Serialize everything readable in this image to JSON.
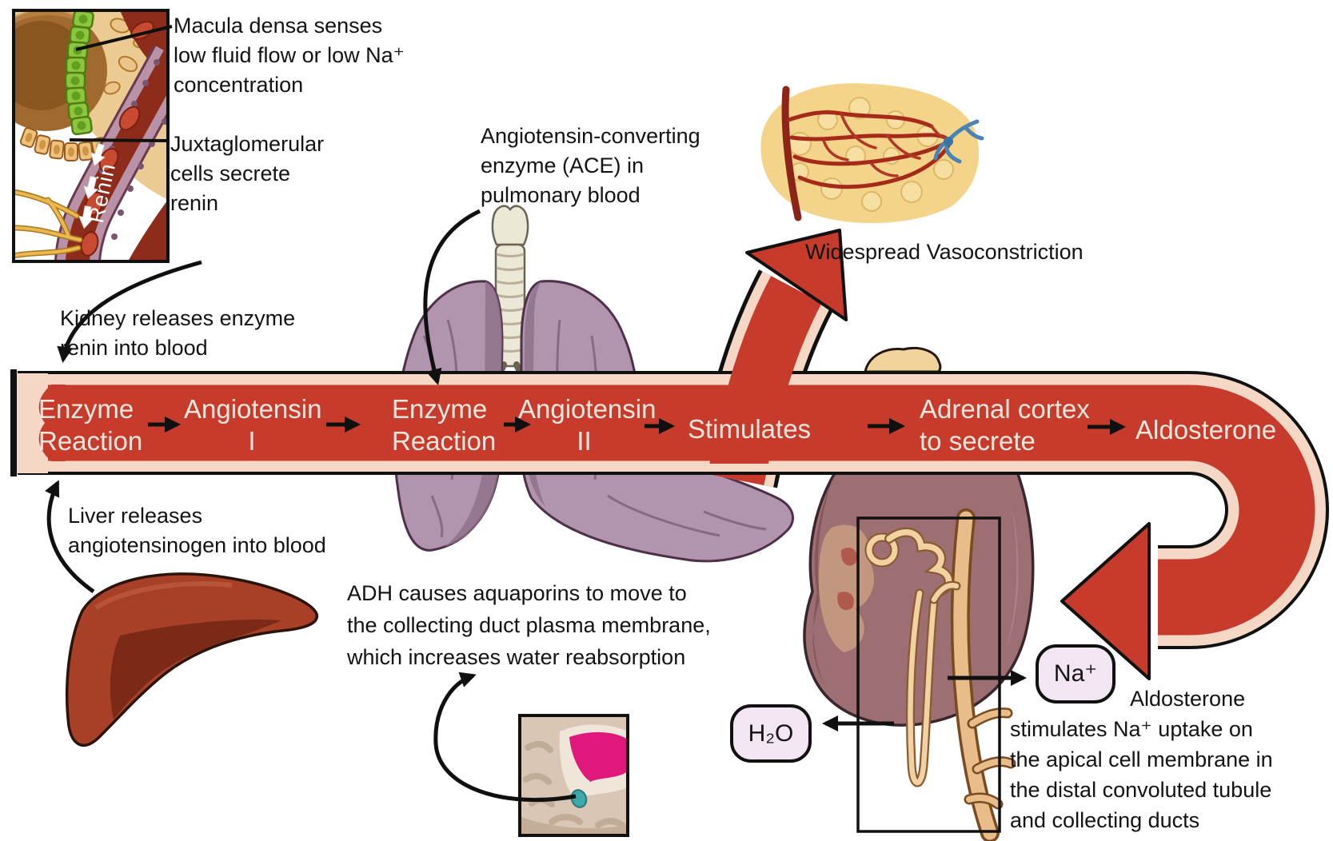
{
  "figure_type": "renin-angiotensin-aldosterone-pathway-diagram",
  "colors": {
    "vessel_red": "#c63b2b",
    "vessel_wall_pink": "#f5d7c6",
    "outline_black": "#111111",
    "pipe_text": "#f6e8df",
    "annotation_text": "#131313",
    "badge_fill": "#f2e6f2",
    "lung_purple": "#b294ae",
    "liver_red": "#a84028",
    "kidney_mauve": "#9d6e72",
    "adrenal_yellow": "#f0d49c",
    "green_cells": "#8cc63f",
    "nerve_yellow": "#ecb84d",
    "hypothalamus_pink": "#e0187c",
    "pituitary_teal": "#3fa8a8"
  },
  "flow_vessel": {
    "steps": [
      "Enzyme\nReaction",
      "Angiotensin\nI",
      "Enzyme\nReaction",
      "Angiotensin\nII",
      "Stimulates",
      "Adrenal cortex\nto secrete",
      "Aldosterone"
    ]
  },
  "annotations": {
    "macula_densa": "Macula densa senses\nlow fluid flow or low Na⁺\nconcentration",
    "juxtaglomerular": "Juxtaglomerular\ncells secrete\nrenin",
    "kidney_release": "Kidney releases enzyme\nrenin into blood",
    "liver_release": "Liver releases\nangiotensinogen into blood",
    "ace": "Angiotensin-converting\nenzyme (ACE) in\npulmonary blood",
    "widespread_vasoconstriction": "Widespread Vasoconstriction",
    "adh": "ADH causes aquaporins to move to\nthe collecting duct plasma membrane,\nwhich increases water reabsorption",
    "aldosterone_effect": "Aldosterone\nstimulates Na⁺ uptake on\nthe apical cell membrane in\nthe distal convoluted tubule\nand collecting ducts"
  },
  "badges": {
    "sodium": "Na⁺",
    "water": "H₂O"
  },
  "inset": {
    "renin": "Renin"
  }
}
